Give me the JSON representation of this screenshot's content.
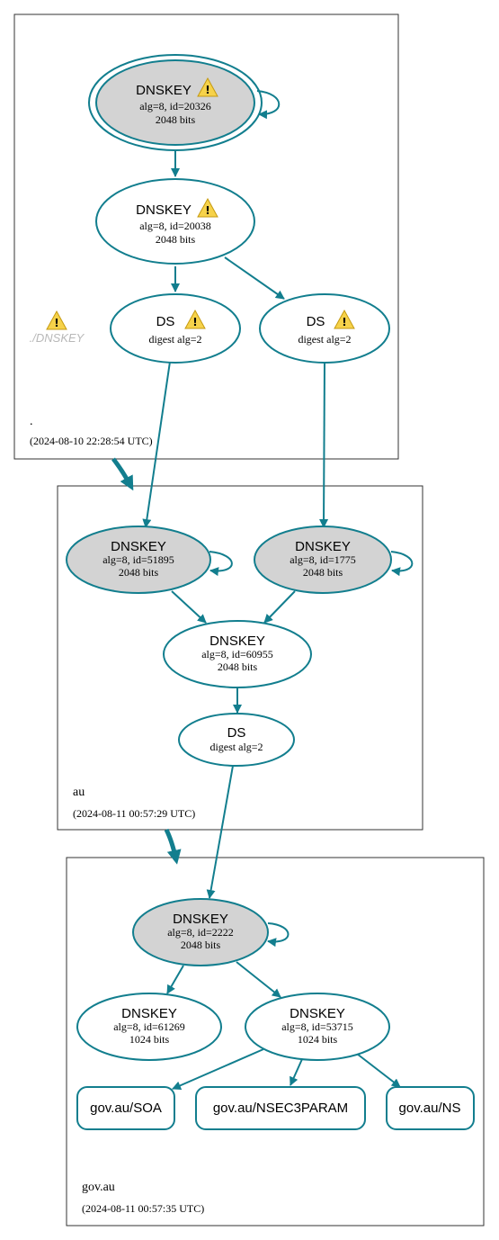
{
  "colors": {
    "edge": "#127e8e",
    "node_border": "#127e8e",
    "sep_fill": "#d3d3d3",
    "warning": "#f6d24a",
    "zone_border": "#333333"
  },
  "zones": [
    {
      "name": ".",
      "timestamp": "(2024-08-10 22:28:54 UTC)"
    },
    {
      "name": "au",
      "timestamp": "(2024-08-11 00:57:29 UTC)"
    },
    {
      "name": "gov.au",
      "timestamp": "(2024-08-11 00:57:35 UTC)"
    }
  ],
  "nodes": {
    "root_ksk": {
      "title": "DNSKEY",
      "sub1": "alg=8, id=20326",
      "sub2": "2048 bits",
      "warning": true,
      "sep": true,
      "trust_anchor": true,
      "icon": "warning-icon"
    },
    "root_zsk": {
      "title": "DNSKEY",
      "sub1": "alg=8, id=20038",
      "sub2": "2048 bits",
      "warning": true,
      "icon": "warning-icon"
    },
    "root_ds1": {
      "title": "DS",
      "sub1": "digest alg=2",
      "warning": true,
      "icon": "warning-icon"
    },
    "root_ds2": {
      "title": "DS",
      "sub1": "digest alg=2",
      "warning": true,
      "icon": "warning-icon"
    },
    "au_ksk1": {
      "title": "DNSKEY",
      "sub1": "alg=8, id=51895",
      "sub2": "2048 bits",
      "sep": true
    },
    "au_ksk2": {
      "title": "DNSKEY",
      "sub1": "alg=8, id=1775",
      "sub2": "2048 bits",
      "sep": true
    },
    "au_zsk": {
      "title": "DNSKEY",
      "sub1": "alg=8, id=60955",
      "sub2": "2048 bits"
    },
    "au_ds": {
      "title": "DS",
      "sub1": "digest alg=2"
    },
    "gov_ksk": {
      "title": "DNSKEY",
      "sub1": "alg=8, id=2222",
      "sub2": "2048 bits",
      "sep": true
    },
    "gov_zsk1": {
      "title": "DNSKEY",
      "sub1": "alg=8, id=61269",
      "sub2": "1024 bits"
    },
    "gov_zsk2": {
      "title": "DNSKEY",
      "sub1": "alg=8, id=53715",
      "sub2": "1024 bits"
    }
  },
  "ghost": {
    "label": "./DNSKEY",
    "icon": "warning-icon"
  },
  "rrsets": [
    {
      "label": "gov.au/SOA"
    },
    {
      "label": "gov.au/NSEC3PARAM"
    },
    {
      "label": "gov.au/NS"
    }
  ]
}
